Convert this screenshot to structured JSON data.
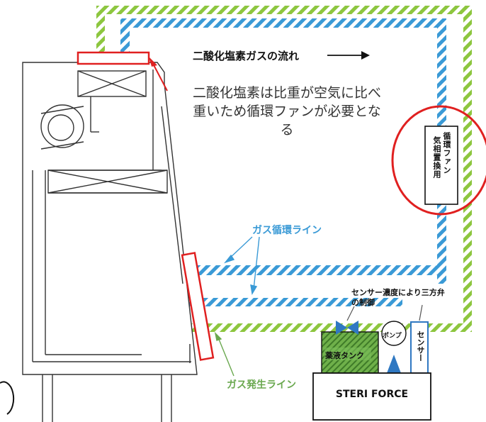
{
  "labels": {
    "gas_flow_title": "二酸化塩素ガスの流れ",
    "note": "二酸化塩素は比重が空気に比べ重いため循環ファンが必要となる",
    "gas_circulation_line": "ガス循環ライン",
    "gas_generation_line": "ガス発生ライン",
    "sensor_control": "センサー濃度により三方弁の制御",
    "chemical_tank": "薬液タンク",
    "pump": "ポンプ",
    "sensor": "センサー",
    "fan_line1": "循環ファン",
    "fan_line2": "気相置換用",
    "steri_force": "STERI FORCE"
  },
  "colors": {
    "circulation_line": "#3a9ad6",
    "generation_line": "#8dc63f",
    "highlight": "#e02020",
    "tank_fill": "#5a9e3a"
  },
  "icons": {
    "flow_arrow": "right-arrow-icon",
    "valve": "three-way-valve-icon"
  }
}
